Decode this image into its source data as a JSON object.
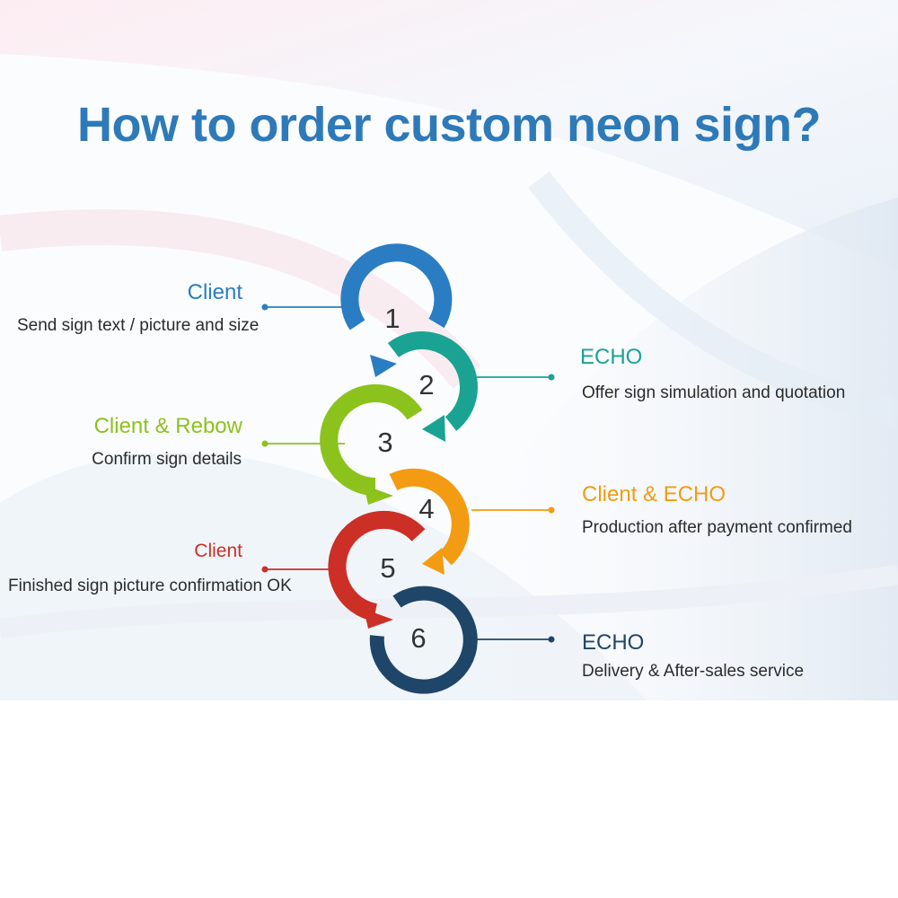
{
  "title": "How to order custom neon sign?",
  "colors": {
    "title": "#2e7ab8",
    "step1": "#2a7dc3",
    "step2": "#1aa392",
    "step3": "#8cc21c",
    "step4": "#f39b12",
    "step5": "#cc2f25",
    "step6": "#1f4569",
    "text": "#2b2b2b"
  },
  "steps": [
    {
      "number": "1",
      "actor": "Client",
      "description": "Send sign text / picture and size"
    },
    {
      "number": "2",
      "actor": "ECHO",
      "description": "Offer sign simulation and quotation"
    },
    {
      "number": "3",
      "actor": "Client & Rebow",
      "description": "Confirm sign details"
    },
    {
      "number": "4",
      "actor": "Client & ECHO",
      "description": "Production after payment confirmed"
    },
    {
      "number": "5",
      "actor": "Client",
      "description": "Finished sign picture confirmation OK"
    },
    {
      "number": "6",
      "actor": "ECHO",
      "description": "Delivery & After-sales service"
    }
  ]
}
